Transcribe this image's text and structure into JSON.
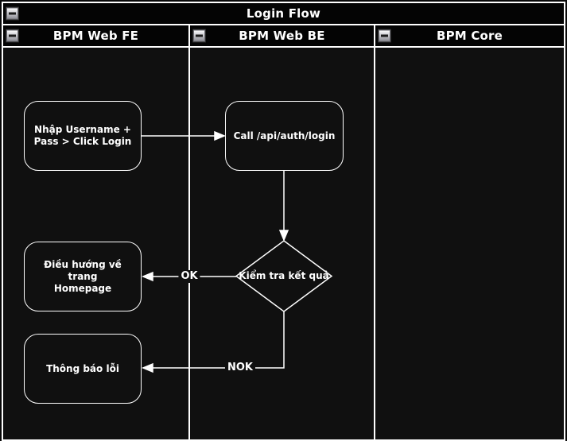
{
  "diagram": {
    "title": "Login Flow",
    "type": "swimlane-flowchart"
  },
  "lanes": [
    {
      "label": "BPM Web FE"
    },
    {
      "label": "BPM Web BE"
    },
    {
      "label": "BPM Core"
    }
  ],
  "nodes": {
    "enter_credentials": "Nhập Username +\nPass > Click Login",
    "call_api": "Call /api/auth/login",
    "check_result": "Kiểm tra kết quả",
    "navigate_home": "Điều hướng về trang\nHomepage",
    "show_error": "Thông báo lỗi"
  },
  "edge_labels": {
    "ok": "OK",
    "nok": "NOK"
  },
  "icons": {
    "collapse": "collapse-minus-icon"
  },
  "colors": {
    "canvas": "#0a0a0a",
    "lane_header": "#040404",
    "lane_body": "#101010",
    "stroke": "#ffffff",
    "text": "#ffffff"
  }
}
